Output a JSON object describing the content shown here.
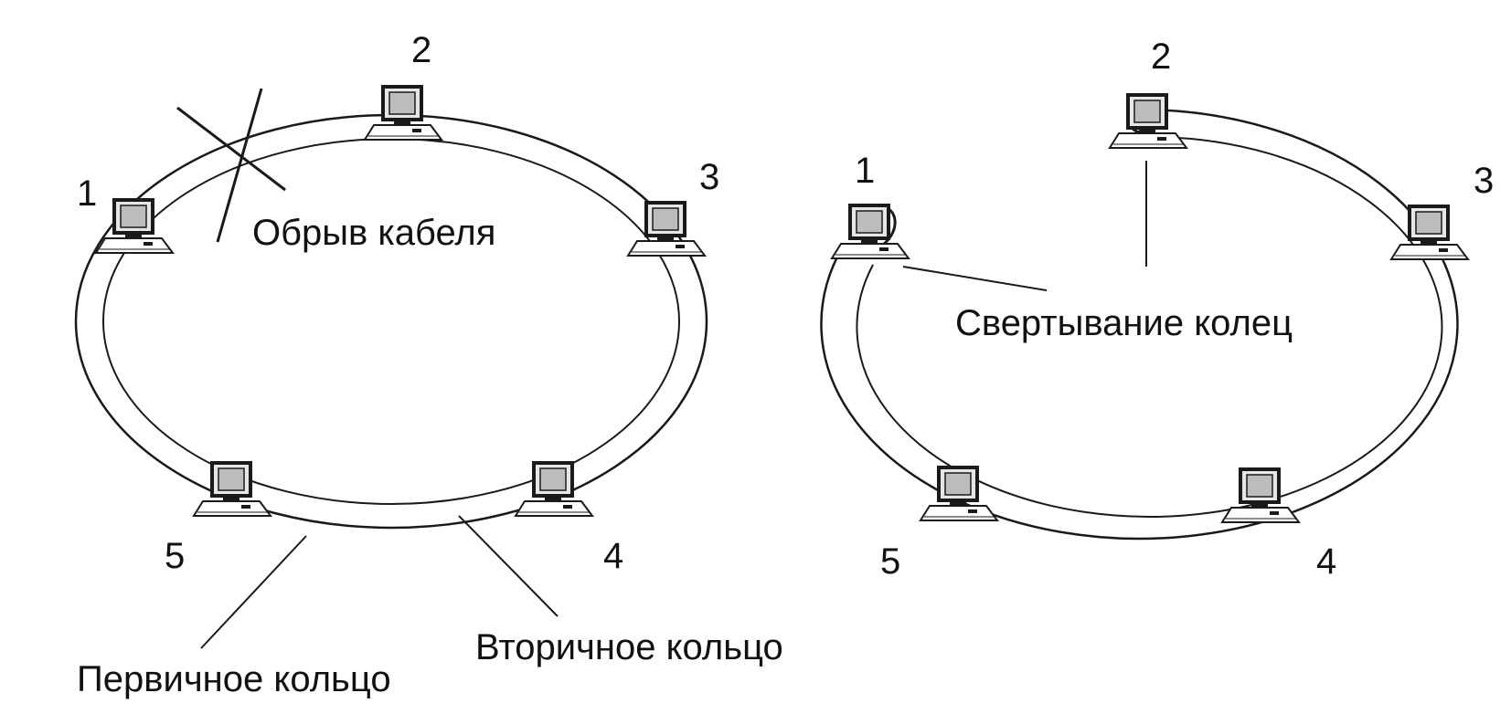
{
  "colors": {
    "line": "#1a1a1a",
    "screen": "#bdbdbd",
    "monitor": "#e6e6e6",
    "background": "#ffffff"
  },
  "icons": {
    "node": "computer-icon"
  },
  "left_diagram": {
    "node_labels": [
      "1",
      "2",
      "3",
      "4",
      "5"
    ],
    "break_label": "Обрыв кабеля",
    "primary_ring_label": "Первичное кольцо",
    "secondary_ring_label": "Вторичное кольцо"
  },
  "right_diagram": {
    "node_labels": [
      "1",
      "2",
      "3",
      "4",
      "5"
    ],
    "wrap_label": "Свертывание колец"
  }
}
